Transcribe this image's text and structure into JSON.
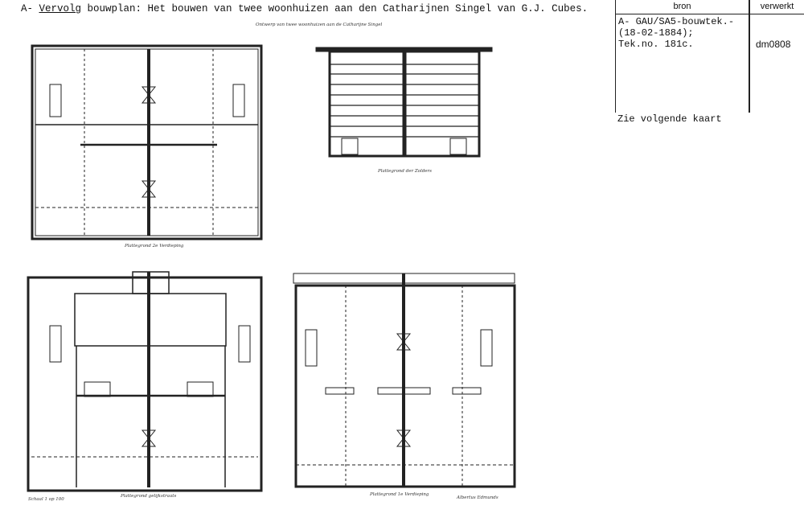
{
  "title": {
    "prefix": "A- ",
    "underlined": "Vervolg",
    "rest": " bouwplan: Het bouwen van twee woonhuizen aan den Catharijnen Singel van G.J. Cubes."
  },
  "table": {
    "col_source": "bron",
    "col_processed": "verwerkt",
    "source_text": "A- GAU/SA5-bouwtek.-\n(18-02-1884);\nTek.no. 181c.",
    "processed_code": "dm0808"
  },
  "note": "Zie volgende kaart",
  "drawing_captions": {
    "top_heading": "Ontwerp van twee woonhuizen aan de Catharijne Singel",
    "plan_top_left": "Plattegrond 2e Verdieping",
    "plan_top_right": "Plattegrond der Zolders",
    "plan_bottom_left": "Plattegrond gelijkstraats",
    "plan_bottom_right": "Plattegrond 1e Verdieping",
    "scale_note": "Schaal 1 op 100",
    "signature": "Albertus Edmunds"
  }
}
